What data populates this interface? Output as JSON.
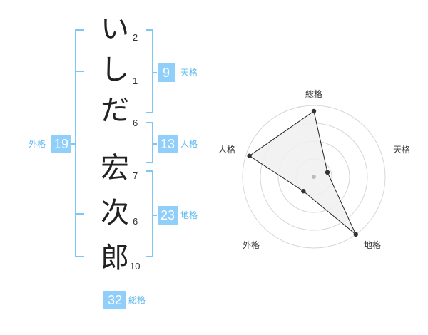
{
  "name": {
    "characters": [
      {
        "char": "い",
        "strokes": "2"
      },
      {
        "char": "し",
        "strokes": "1"
      },
      {
        "char": "だ",
        "strokes": "6"
      },
      {
        "char": "宏",
        "strokes": "7"
      },
      {
        "char": "次",
        "strokes": "6"
      },
      {
        "char": "郎",
        "strokes": "10"
      }
    ]
  },
  "fortune": {
    "tenkaku": {
      "value": "9",
      "label": "天格"
    },
    "jinkaku": {
      "value": "13",
      "label": "人格"
    },
    "chikaku": {
      "value": "23",
      "label": "地格"
    },
    "gaikaku": {
      "value": "19",
      "label": "外格"
    },
    "soukaku": {
      "value": "32",
      "label": "総格"
    }
  },
  "chart_data": {
    "type": "radar",
    "axes": [
      "総格",
      "天格",
      "地格",
      "外格",
      "人格"
    ],
    "values": [
      0.92,
      0.2,
      1.0,
      0.25,
      0.95
    ],
    "range": [
      0,
      1
    ],
    "rings": 4,
    "colors": {
      "fill": "#f0f0f0",
      "line": "#222222",
      "ring": "#d6d6d6",
      "center": "#bbbbbb"
    }
  },
  "colors": {
    "accent": "#8fcff9",
    "bracket": "#7fc6f5",
    "label": "#5eb8ee"
  }
}
